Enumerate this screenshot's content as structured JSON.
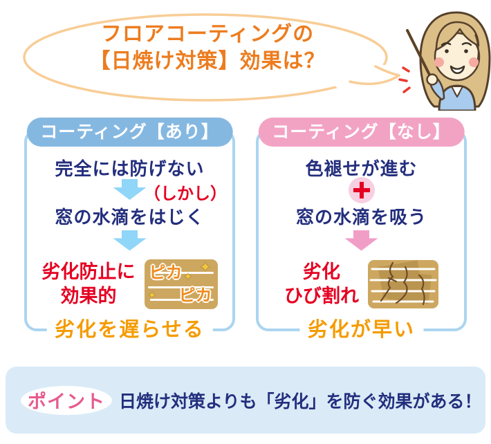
{
  "bubble": {
    "line1": "フロアコーティングの",
    "line2": "【日焼け対策】効果は？"
  },
  "comparison": {
    "with_coating": {
      "header": "コーティング【あり】",
      "step1": "完全には防げない",
      "note": "（しかし）",
      "step2": "窓の水滴をはじく",
      "result": {
        "line1": "劣化防止に",
        "line2": "効果的"
      },
      "floor_image": {
        "label1": "ピカ",
        "label2": "ピカ"
      },
      "footer": "劣化を遅らせる"
    },
    "without_coating": {
      "header": "コーティング【なし】",
      "step1": "色褪せが進む",
      "step2": "窓の水滴を吸う",
      "result": {
        "line1": "劣化",
        "line2": "ひび割れ"
      },
      "footer": "劣化が早い"
    }
  },
  "point": {
    "badge": "ポイント",
    "text": "日焼け対策よりも「劣化」を防ぐ効果がある！"
  },
  "icons": {
    "sparkle": "✦"
  },
  "colors": {
    "orange_text": "#EC7C1F",
    "bubble_border": "#F8CD96",
    "navy": "#232E7D",
    "red": "#E50021",
    "blue_pill": "#85B8E1",
    "pink_pill": "#F2A3C4",
    "box_border": "#ABD5F0",
    "blue_arrow": "#8FD6F8",
    "pink_arrow": "#F19EC7",
    "plus_circle_bg": "#F7CFE0",
    "floor_tan": "#CDA75F",
    "footer_orange": "#F49B00",
    "point_panel_bg": "#DAEBF7",
    "point_badge_text": "#E75A8D"
  }
}
